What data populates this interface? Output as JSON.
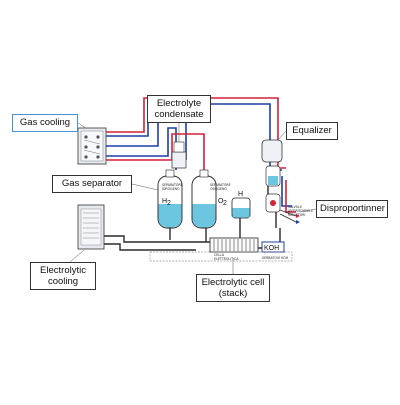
{
  "labels": {
    "gas_cooling": "Gas cooling",
    "electrolyte_condensate_1": "Electrolyte",
    "electrolyte_condensate_2": "condensate",
    "equalizer": "Equalizer",
    "gas_separator": "Gas separator",
    "disproportinner": "Disproportinner",
    "electrolytic_cooling_1": "Electrolytic",
    "electrolytic_cooling_2": "cooling",
    "electrolytic_cell_1": "Electrolytic cell",
    "electrolytic_cell_2": "(stack)"
  },
  "inline_text": {
    "h2": "H",
    "h2_sub": "2",
    "o2": "O",
    "o2_sub": "2",
    "koh": "KOH",
    "h2o": "H",
    "sep_h2_a": "SEPARATORE",
    "sep_h2_b": "IDROGENO",
    "sep_o2_a": "SEPARATORE",
    "sep_o2_b": "OSSIGENO",
    "valve_a": "VALVOLE",
    "valve_b": "ANTIRITORNO E",
    "valve_c": "RIDUTTORI",
    "cell_a": "CELLA",
    "cell_b": "ELETTROLITICA",
    "koh_tank": "SERBATOIO KOH"
  },
  "colors": {
    "hydrogen_line": "#1c3fa8",
    "oxygen_line": "#d4203a",
    "water_line": "#2a2a2a",
    "liquid": "#6cc6e0",
    "label_border_highlight": "#4a90d9"
  }
}
